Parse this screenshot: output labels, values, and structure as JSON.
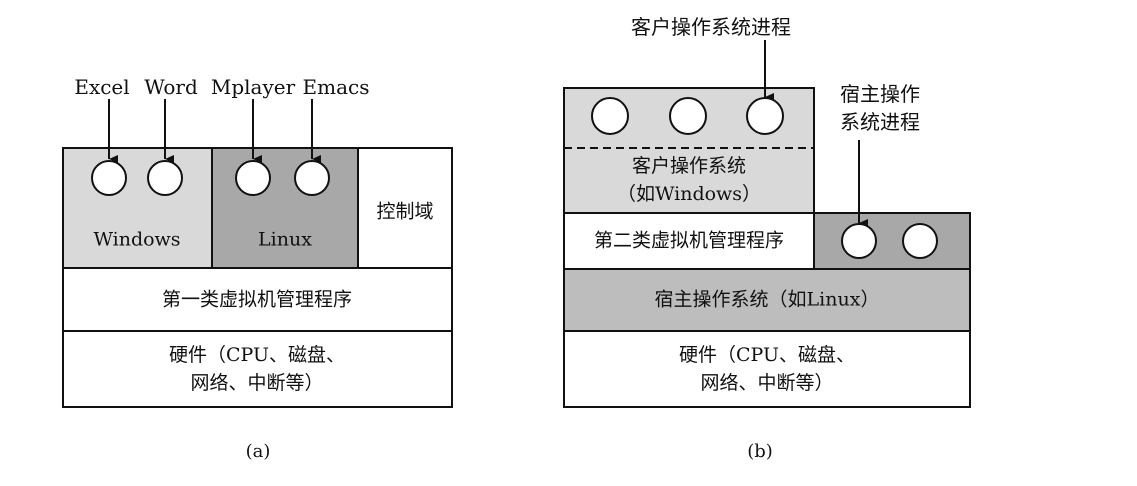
{
  "figure_a": {
    "process_labels": [
      "Excel",
      "Word",
      "Mplayer",
      "Emacs"
    ],
    "windows_label": "Windows",
    "linux_label": "Linux",
    "control_domain_label": "控制域",
    "hypervisor_label": "第一类虚拟机管理程序",
    "hardware_line1": "硬件（CPU、磁盘、",
    "hardware_line2": "网络、中断等）",
    "caption": "(a)"
  },
  "figure_b": {
    "guest_process_label": "客户操作系统进程",
    "host_process_line1": "宿主操作",
    "host_process_line2": "系统进程",
    "guest_os_line1": "客户操作系统",
    "guest_os_line2": "（如Windows）",
    "hypervisor_label": "第二类虚拟机管理程序",
    "host_os_label": "宿主操作系统（如Linux）",
    "hardware_line1": "硬件（CPU、磁盘、",
    "hardware_line2": "网络、中断等）",
    "caption": "(b)"
  },
  "colors": {
    "light_gray": "#d9d9d9",
    "mid_gray": "#a8a8a8",
    "host_gray": "#bdbdbd",
    "white": "#ffffff",
    "stroke": "#111111"
  }
}
